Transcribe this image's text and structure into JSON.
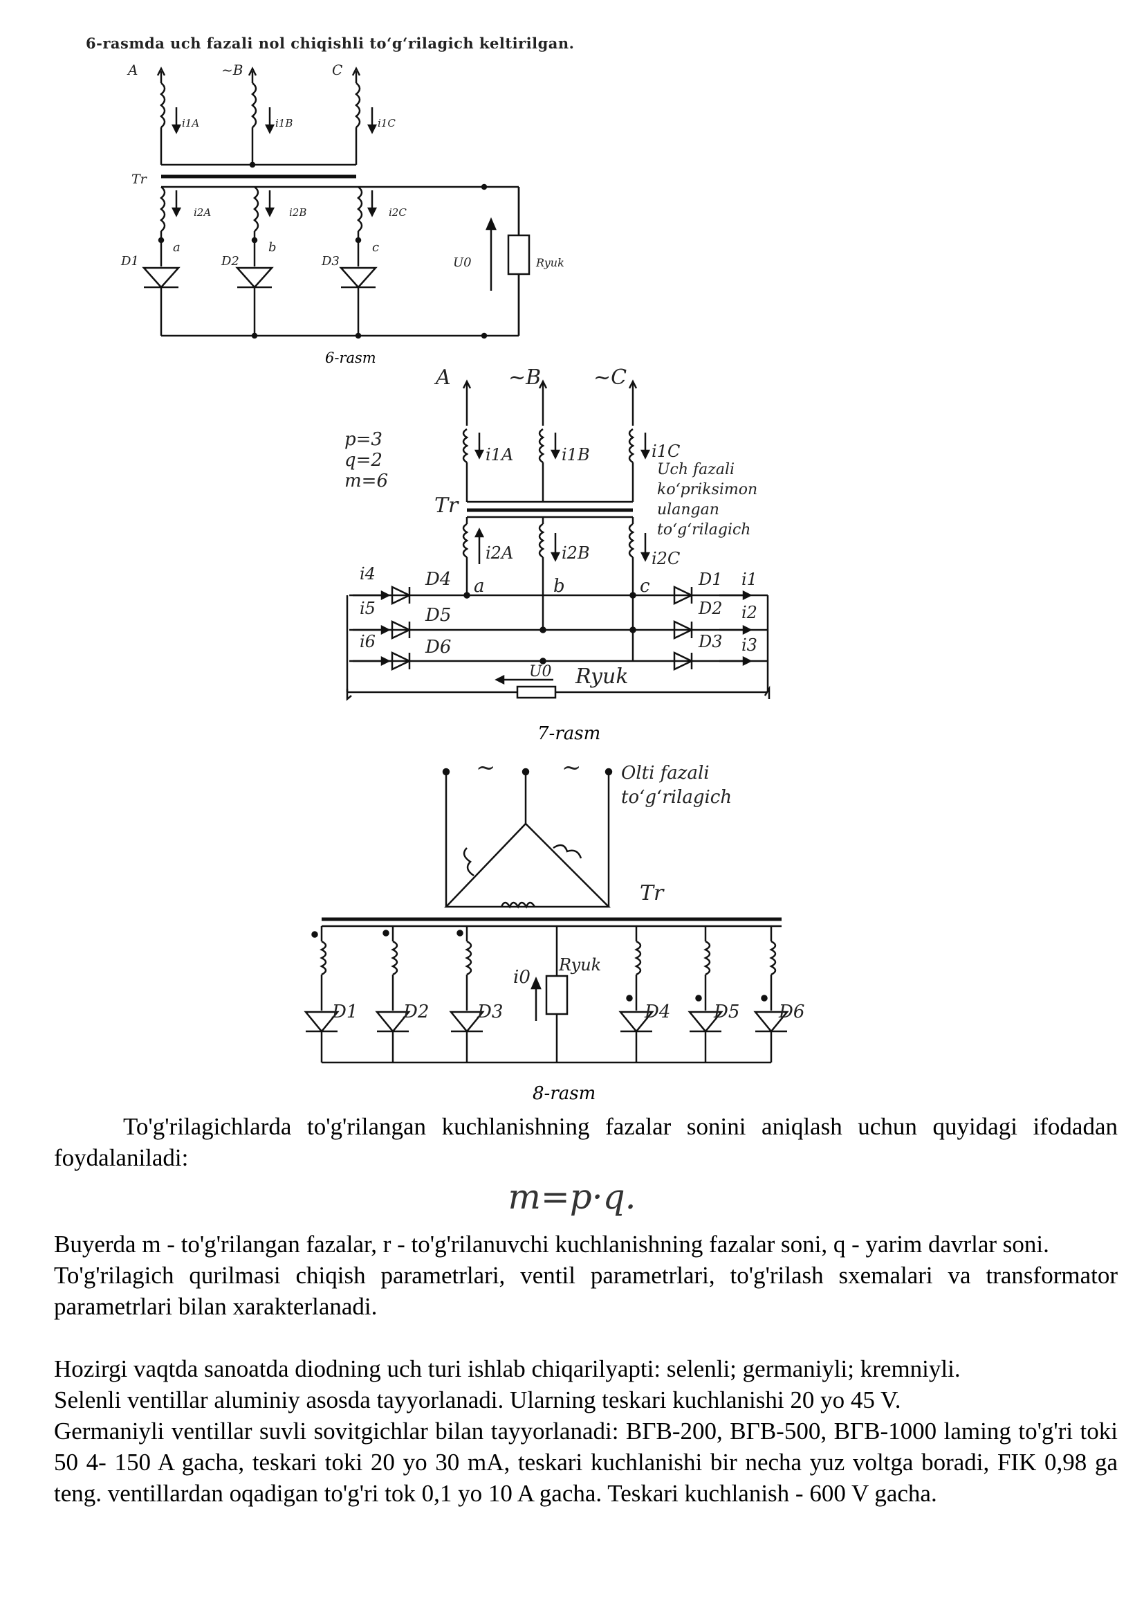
{
  "caption_intro": "6-rasmda uch fazali nol chiqishli to‘g‘rilagich keltirilgan.",
  "fig6": {
    "caption": "6-rasm",
    "phase_a": "A",
    "phase_b": "~B",
    "phase_c": "C",
    "i1a": "i1A",
    "i1b": "i1B",
    "i1c": "i1C",
    "tr": "Tr",
    "i2a": "i2A",
    "i2b": "i2B",
    "i2c": "i2C",
    "node_a": "a",
    "node_b": "b",
    "node_c": "c",
    "d1": "D1",
    "d2": "D2",
    "d3": "D3",
    "u0": "U0",
    "rload": "Ryuk"
  },
  "fig7": {
    "caption": "7-rasm",
    "phase_a": "A",
    "phase_b": "~B",
    "phase_c": "~C",
    "p": "p=3",
    "q": "q=2",
    "m": "m=6",
    "title_lines": [
      "Uch fazali",
      "ko‘priksimon",
      "ulangan",
      "to‘g‘rilagich"
    ],
    "i1a": "i1A",
    "i1b": "i1B",
    "i1c": "i1C",
    "tr": "Tr",
    "i2a": "i2A",
    "i2b": "i2B",
    "i2c": "i2C",
    "node_a": "a",
    "node_b": "b",
    "node_c": "c",
    "i4": "i4",
    "i5": "i5",
    "i6": "i6",
    "d4": "D4",
    "d5": "D5",
    "d6": "D6",
    "d1": "D1",
    "d2": "D2",
    "d3": "D3",
    "i1": "i1",
    "i2": "i2",
    "i3": "i3",
    "u0": "U0",
    "rload": "Ryuk"
  },
  "fig8": {
    "caption": "8-rasm",
    "tilde1": "~",
    "tilde2": "~",
    "title_lines": [
      "Olti fazali",
      "to‘g‘rilagich"
    ],
    "tr": "Tr",
    "i0": "i0",
    "rload": "Ryuk",
    "d1": "D1",
    "d2": "D2",
    "d3": "D3",
    "d4": "D4",
    "d5": "D5",
    "d6": "D6"
  },
  "para1": "To'g'rilagichlarda to'g'rilangan kuchlanishning fazalar sonini aniqlash uchun quyidagi ifodadan foydalaniladi:",
  "formula": "m=p·q.",
  "para2": "Buyerda m - to'g'rilangan fazalar, r - to'g'rilanuvchi kuchlanishning fazalar soni, q - yarim davrlar soni.",
  "para3": "To'g'rilagich qurilmasi chiqish parametrlari, ventil parametrlari, to'g'rilash sxemalari va transformator parametrlari bilan xarakterlanadi.",
  "para4": "Hozirgi vaqtda sanoatda diodning uch turi ishlab chiqarilyapti: selenli; germaniyli; kremniyli.",
  "para5": "Selenli ventillar aluminiy asosda tayyorlanadi. Ularning teskari kuchlanishi 20 yo 45 V.",
  "para6": "Germaniyli ventillar suvli sovitgichlar bilan tayyorlanadi: ВГВ-200, ВГВ-500, ВГВ-1000 laming to'g'ri toki 50 4- 150 A gacha, teskari toki 20 yo 30 mA, teskari kuchlanishi bir necha yuz voltga boradi, FIK 0,98 ga teng. ventillardan oqadigan to'g'ri tok 0,1 yo 10 A gacha. Teskari kuchlanish - 600 V gacha."
}
